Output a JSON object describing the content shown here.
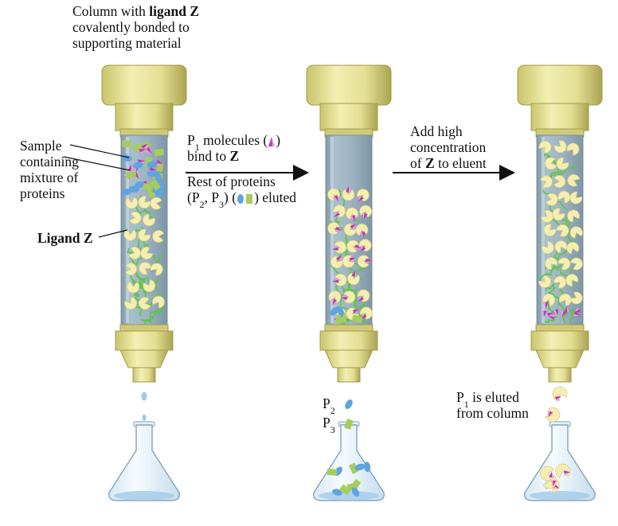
{
  "top_label": {
    "line1_pre": "Column with ",
    "line1_bold": "ligand Z",
    "line2": "covalently bonded to",
    "line3": "supporting material"
  },
  "sample_label": [
    "Sample",
    "containing",
    "mixture of",
    "proteins"
  ],
  "ligand_label": "Ligand Z",
  "step1": {
    "p1": "P",
    "p1_sub": "1",
    "molecules": " molecules (",
    "close_paren": ")",
    "bind_pre": "bind to ",
    "bind_bold": "Z",
    "rest": "Rest of proteins",
    "open": "(P",
    "p2_sub": "2",
    "comma": ", P",
    "p3_sub": "3",
    "mid": ")  (",
    "eluted": ") eluted"
  },
  "step2": {
    "line1": "Add high",
    "line2": "concentration",
    "line3_pre": "of ",
    "line3_bold": "Z",
    "line3_post": " to eluent"
  },
  "flask2_labels": {
    "p2": "P",
    "p2_sub": "2",
    "p3": "P",
    "p3_sub": "3"
  },
  "eluted_label": {
    "p": "P",
    "p_sub": "1",
    "line1_post": " is eluted",
    "line2": "from column"
  },
  "colors": {
    "cap_yellow": "#e6e39a",
    "cap_dark": "#b9b35a",
    "column_blue": "#9fb5c3",
    "ligand_cream": "#f5eeb0",
    "linker_green": "#5cc34a",
    "p1_magenta": "#c436b4",
    "p2_blue": "#5fa3e0",
    "p3_green": "#a6cd5a",
    "flask_liquid": "#a9cdea"
  }
}
